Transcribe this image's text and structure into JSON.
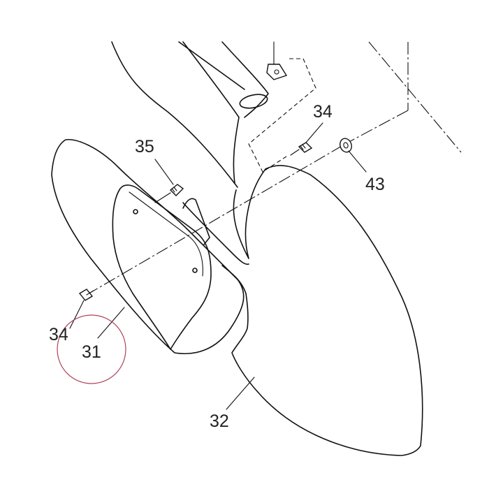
{
  "diagram": {
    "callouts": [
      {
        "id": "c35",
        "text": "35"
      },
      {
        "id": "c34a",
        "text": "34"
      },
      {
        "id": "c43",
        "text": "43"
      },
      {
        "id": "c34b",
        "text": "34"
      },
      {
        "id": "c31",
        "text": "31"
      },
      {
        "id": "c32",
        "text": "32"
      }
    ],
    "highlight_color": "#b0405a",
    "line_color": "#111111"
  }
}
